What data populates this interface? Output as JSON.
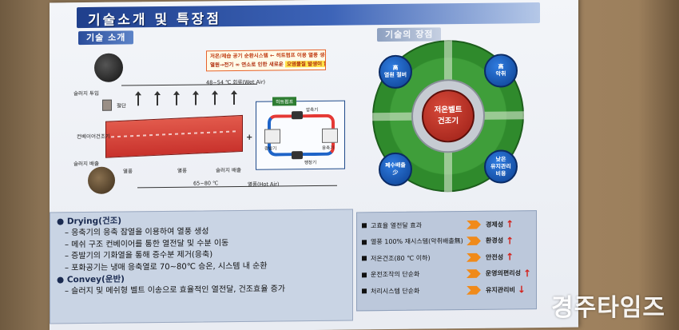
{
  "title": "기술소개 및 특장점",
  "sections": {
    "tech": "기술 소개",
    "features": "기술의 장점"
  },
  "note": {
    "line1": "저온/제습 공기 순환시스템 ← 히트펌프 이용 열풍 생산",
    "line2_pre": "열원→전기 ∞ 연소로 인한 새로운 ",
    "line2_hl": "오염물질 발생이 없음"
  },
  "diagram": {
    "sludge_in": "슬러지 투입",
    "feeder": "절단",
    "conveyor_dryer": "컨베이어건조기",
    "sludge_out": "슬러지 배출",
    "wet_air": "48~54 ℃ 회류(Wet Air)",
    "hot_air": "65~80 ℃",
    "hot_air_label": "열풍(Hot Air)",
    "sludge_out2": "슬러지 배출",
    "air_in1": "열풍",
    "air_in2": "열풍",
    "heatpump_title": "히트펌프",
    "hp_evap": "증발기",
    "hp_cond": "응축기",
    "hp_comp": "압축기",
    "hp_valve": "팽창기",
    "plus": "+"
  },
  "bullets": {
    "drying_head": "● Drying(건조)",
    "drying_items": [
      "– 응축기의 응축 잠열을 이용하여 열풍 생성",
      "– 메쉬 구조 컨베이어를 통한 열전달 및 수분 이동",
      "– 증발기의 기화열을 통해 증수분 제거(응축)",
      "– 포화공기는 냉매 응축열로 70~80℃ 승온, 시스템 내 순환"
    ],
    "convey_head": "● Convey(운반)",
    "convey_items": [
      "– 슬러지 및 메쉬형 벨트 이송으로 효율적인 열전달, 건조효율 증가"
    ]
  },
  "features": {
    "center_line1": "저온벨트",
    "center_line2": "건조기",
    "nodes": [
      {
        "l1": "高",
        "l2": "열원 절버"
      },
      {
        "l1": "高",
        "l2": "악취"
      },
      {
        "l1": "폐수배출",
        "l2": "少"
      },
      {
        "l1": "낮은",
        "l2": "유지관리",
        "l3": "비용"
      }
    ]
  },
  "benefits": [
    {
      "label": "고효율 열전달 효과",
      "result": "경제성"
    },
    {
      "label": "열풍 100% 재시스템(악취배출無)",
      "result": "환경성"
    },
    {
      "label": "저온건조(80 ℃ 이하)",
      "result": "안전성"
    },
    {
      "label": "운전조작의 단순화",
      "result": "운영의편리성"
    },
    {
      "label": "처리시스템 단순화",
      "result": "유지관리비"
    }
  ],
  "watermark": "경주타임즈",
  "colors": {
    "title_blue": "#1f3f8c",
    "ring_green": "#3f9e3a",
    "center_red": "#c8322c",
    "node_blue": "#1e64c8",
    "chevron_orange": "#f08a1a",
    "arrow_red": "#d3211b"
  }
}
